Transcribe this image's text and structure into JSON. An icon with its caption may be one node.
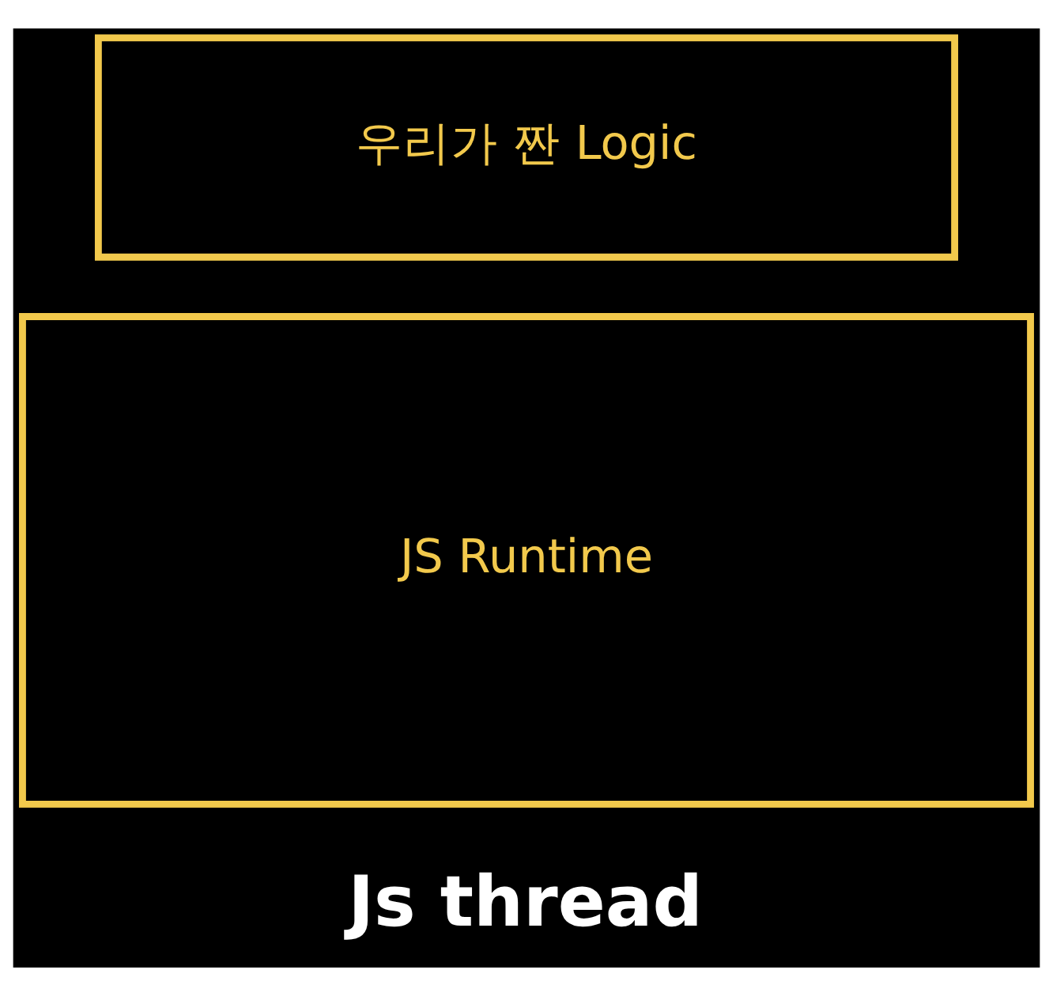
{
  "diagram": {
    "nodes": [
      {
        "text": [
          "우리가 짠 Logic"
        ]
      },
      {
        "text": [
          "JS Runtime"
        ]
      }
    ],
    "edges": [],
    "labels": [
      "Js thread"
    ]
  }
}
